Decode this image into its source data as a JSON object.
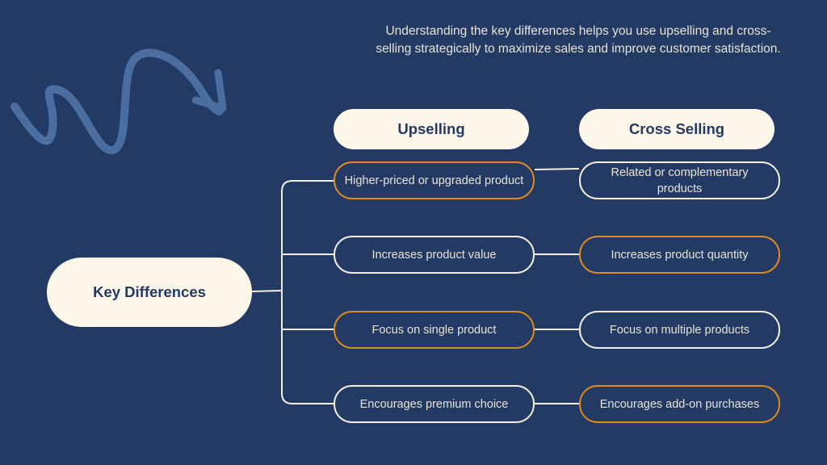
{
  "intro_text": "Understanding the key differences helps you use upselling and cross-selling strategically to maximize sales and improve customer satisfaction.",
  "root_label": "Key Differences",
  "columns": [
    {
      "label": "Upselling"
    },
    {
      "label": "Cross Selling"
    }
  ],
  "rows": [
    {
      "upselling": "Higher-priced or upgraded product",
      "cross_selling": "Related or complementary products"
    },
    {
      "upselling": "Increases product value",
      "cross_selling": "Increases product quantity"
    },
    {
      "upselling": "Focus on single product",
      "cross_selling": "Focus on multiple products"
    },
    {
      "upselling": "Encourages premium choice",
      "cross_selling": "Encourages add-on purchases"
    }
  ],
  "colors": {
    "background": "#223a64",
    "cream": "#fdf7ea",
    "accent_orange": "#e08a1e",
    "decoration_blue": "#4b6da0"
  }
}
